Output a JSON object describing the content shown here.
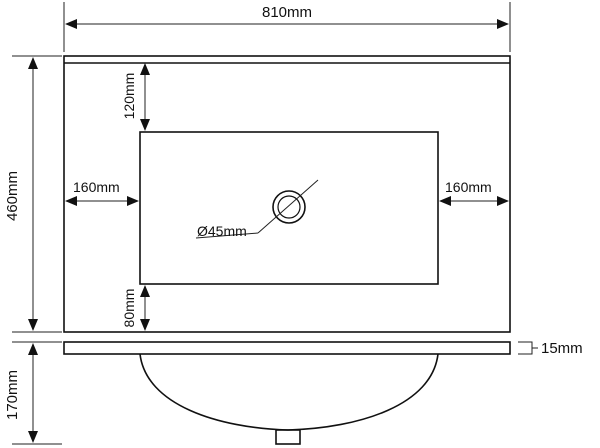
{
  "dimensions": {
    "overall_width": "810mm",
    "overall_depth": "460mm",
    "back_offset": "120mm",
    "front_offset": "80mm",
    "left_offset": "160mm",
    "right_offset": "160mm",
    "drain_diameter": "Ø45mm",
    "counter_thickness": "15mm",
    "bowl_depth": "170mm"
  },
  "colors": {
    "line": "#111111",
    "arrow": "#111111",
    "background": "#ffffff"
  }
}
